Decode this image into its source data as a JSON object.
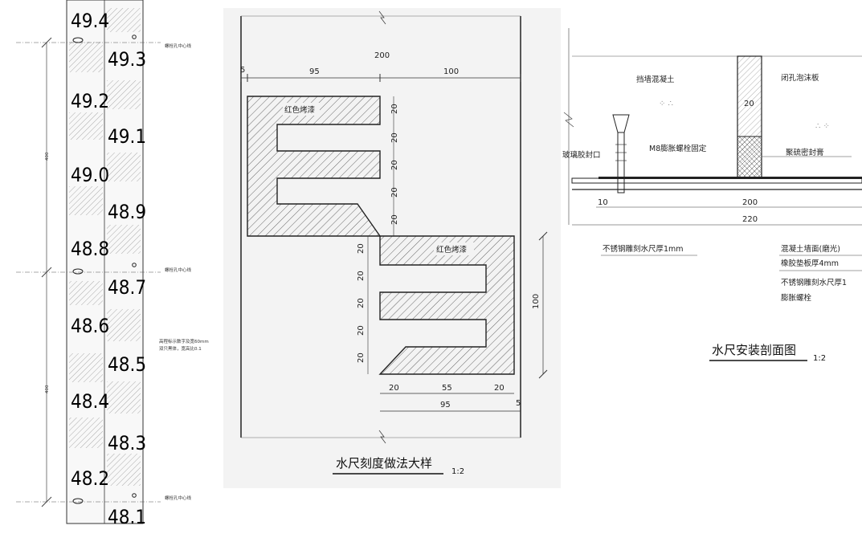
{
  "ruler": {
    "numbers_left": [
      "49.4",
      "49.2",
      "49.0",
      "48.8",
      "48.6",
      "48.4",
      "48.2"
    ],
    "numbers_right": [
      "49.3",
      "49.1",
      "48.9",
      "48.7",
      "48.5",
      "48.3",
      "48.1"
    ],
    "dims": [
      "400",
      "400"
    ],
    "notes": [
      "螺栓孔中心线",
      "螺栓孔中心线",
      "高程标示数字及宽60mm",
      "双只黑体，宽高比0.1",
      "螺栓孔中心线"
    ]
  },
  "detail": {
    "label_top": "红色烤漆",
    "label_bottom": "红色烤漆",
    "dims": {
      "total_width": "200",
      "left_gap": "5",
      "upper_width": "95",
      "right_width": "100",
      "upper_steps": [
        "20",
        "20",
        "20",
        "20",
        "20"
      ],
      "lower_steps": [
        "20",
        "20",
        "20",
        "20",
        "20"
      ],
      "height_right": "100",
      "bottom_parts": [
        "20",
        "55",
        "20"
      ],
      "bottom_total": "95",
      "bottom_gap": "5"
    },
    "title": "水尺刻度做法大样",
    "scale": "1:2"
  },
  "section": {
    "labels": {
      "retaining_concrete": "挡墙混凝土",
      "foam_board": "闭孔泡沫板",
      "glass_seal": "玻璃胶封口",
      "bolt_fix": "M8膨胀螺栓固定",
      "sealant": "聚硫密封膏",
      "stainless_plate": "不锈钢雕刻水尺厚1mm"
    },
    "dims": {
      "board": "20",
      "gap": "10",
      "width_inner": "200",
      "width_outer": "220"
    },
    "legend": [
      "混凝土墙面(磨光)",
      "橡胶垫板厚4mm",
      "不锈钢雕刻水尺厚1",
      "膨胀螺栓"
    ],
    "title": "水尺安装剖面图",
    "scale": "1:2"
  }
}
